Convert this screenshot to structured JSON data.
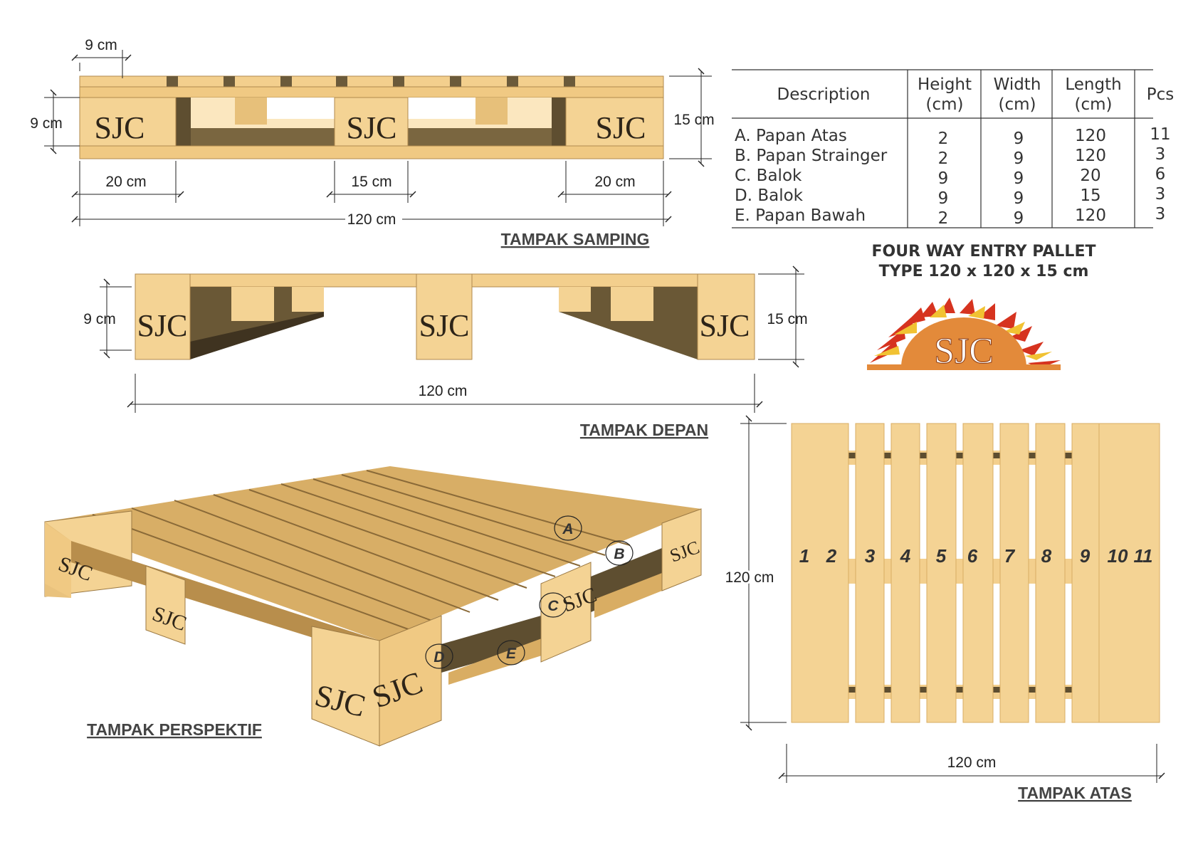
{
  "brand": "SJC",
  "colors": {
    "wood": "#f0c983",
    "wood_light": "#f6d89c",
    "wood_dark": "#d9ad63",
    "shadow": "#5e4e30",
    "line": "#222222"
  },
  "side_view": {
    "title": "TAMPAK SAMPING",
    "dims": {
      "board_width": "9 cm",
      "block_height": "9 cm",
      "total_height": "15 cm",
      "left_block": "20 cm",
      "center_block": "15 cm",
      "right_block": "20 cm",
      "total_length": "120 cm"
    }
  },
  "front_view": {
    "title": "TAMPAK DEPAN",
    "dims": {
      "block_height": "9 cm",
      "total_height": "15 cm",
      "total_length": "120 cm"
    }
  },
  "perspective_view": {
    "title": "TAMPAK PERSPEKTIF",
    "labels": [
      "A",
      "B",
      "C",
      "D",
      "E"
    ]
  },
  "top_view": {
    "title": "TAMPAK ATAS",
    "board_numbers": [
      "1",
      "2",
      "3",
      "4",
      "5",
      "6",
      "7",
      "8",
      "9",
      "10",
      "11"
    ],
    "dims": {
      "height": "120 cm",
      "width": "120 cm"
    }
  },
  "spec_table": {
    "headers": {
      "description": "Description",
      "height": [
        "Height",
        "(cm)"
      ],
      "width": [
        "Width",
        "(cm)"
      ],
      "length": [
        "Length",
        "(cm)"
      ],
      "pcs": "Pcs"
    },
    "rows": [
      {
        "description": "A. Papan Atas",
        "height": "2",
        "width": "9",
        "length": "120",
        "pcs": "11"
      },
      {
        "description": "B. Papan Strainger",
        "height": "2",
        "width": "9",
        "length": "120",
        "pcs": "3"
      },
      {
        "description": "C. Balok",
        "height": "9",
        "width": "9",
        "length": "20",
        "pcs": "6"
      },
      {
        "description": "D. Balok",
        "height": "9",
        "width": "9",
        "length": "15",
        "pcs": "3"
      },
      {
        "description": "E. Papan Bawah",
        "height": "2",
        "width": "9",
        "length": "120",
        "pcs": "3"
      }
    ]
  },
  "pallet_title": {
    "line1": "FOUR WAY ENTRY PALLET",
    "line2": "TYPE 120 x 120 x  15 cm"
  }
}
